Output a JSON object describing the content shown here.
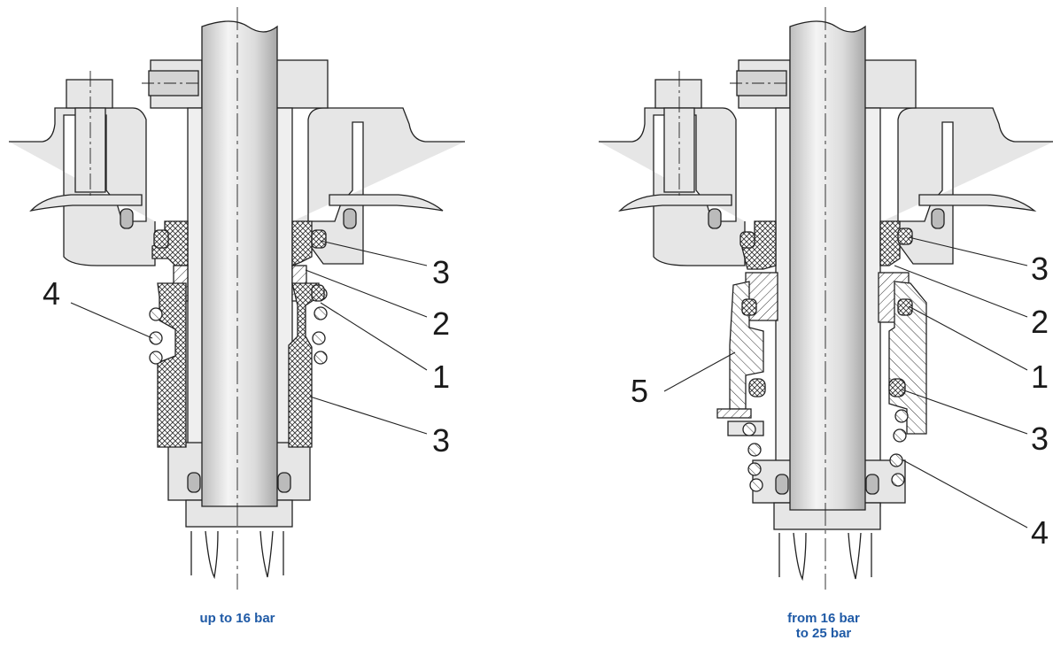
{
  "figures": [
    {
      "caption": [
        "up to 16 bar"
      ],
      "callouts": [
        {
          "id": "3a",
          "text": "3"
        },
        {
          "id": "2",
          "text": "2"
        },
        {
          "id": "1",
          "text": "1"
        },
        {
          "id": "3b",
          "text": "3"
        },
        {
          "id": "4",
          "text": "4"
        }
      ]
    },
    {
      "caption": [
        "from 16 bar",
        "to 25 bar"
      ],
      "callouts": [
        {
          "id": "3a",
          "text": "3"
        },
        {
          "id": "2",
          "text": "2"
        },
        {
          "id": "1",
          "text": "1"
        },
        {
          "id": "3b",
          "text": "3"
        },
        {
          "id": "4",
          "text": "4"
        },
        {
          "id": "5",
          "text": "5"
        }
      ]
    }
  ],
  "colors": {
    "caption": "#1f5aa6",
    "metal": "#e6e6e6",
    "line": "#222222"
  }
}
